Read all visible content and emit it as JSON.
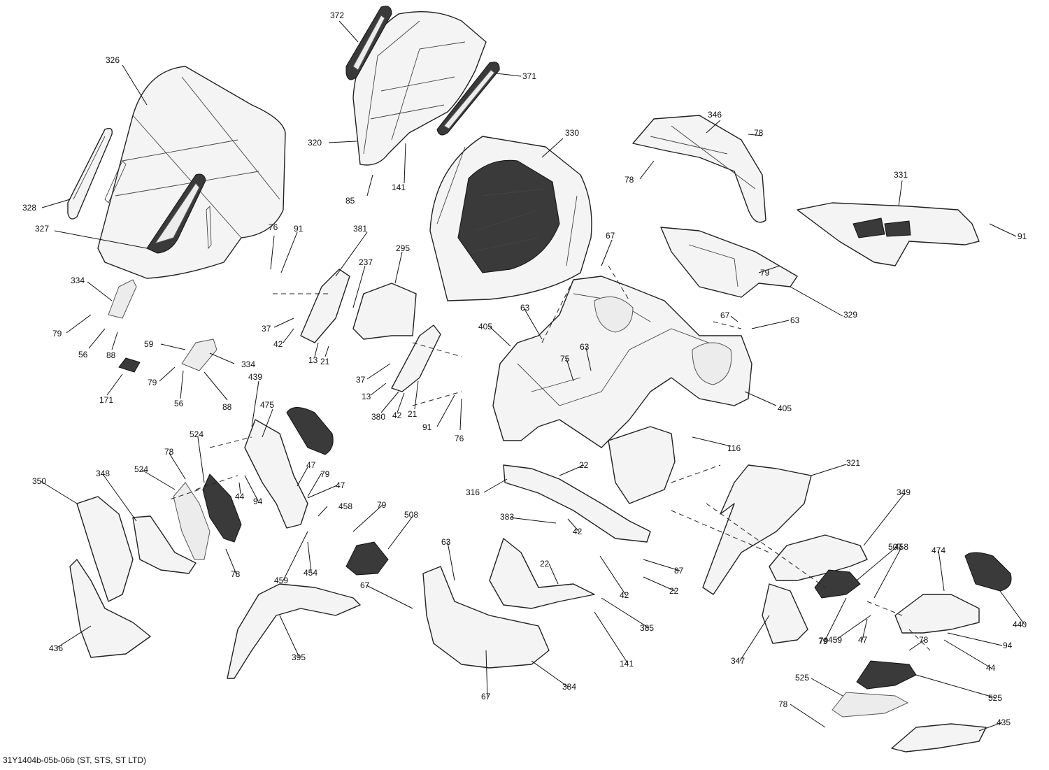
{
  "footer": {
    "drawing_id": "31Y1404b-05b-06b (ST, STS, ST LTD)"
  },
  "callouts": [
    "372",
    "326",
    "371",
    "320",
    "330",
    "346",
    "78",
    "85",
    "141",
    "78",
    "331",
    "328",
    "327",
    "76",
    "91",
    "381",
    "67",
    "91",
    "237",
    "295",
    "79",
    "334",
    "329",
    "79",
    "63",
    "67",
    "63",
    "37",
    "405",
    "56",
    "59",
    "88",
    "42",
    "13",
    "21",
    "63",
    "75",
    "405",
    "334",
    "37",
    "79",
    "171",
    "13",
    "56",
    "88",
    "380",
    "42",
    "21",
    "439",
    "475",
    "91",
    "76",
    "116",
    "524",
    "22",
    "321",
    "78",
    "47",
    "79",
    "350",
    "348",
    "524",
    "44",
    "94",
    "47",
    "316",
    "349",
    "458",
    "79",
    "383",
    "508",
    "42",
    "63",
    "507",
    "474",
    "458",
    "22",
    "87",
    "79",
    "454",
    "459",
    "78",
    "67",
    "42",
    "22",
    "440",
    "385",
    "79",
    "459",
    "47",
    "395",
    "436",
    "347",
    "78",
    "94",
    "44",
    "525",
    "141",
    "67",
    "384",
    "525",
    "78",
    "435"
  ]
}
